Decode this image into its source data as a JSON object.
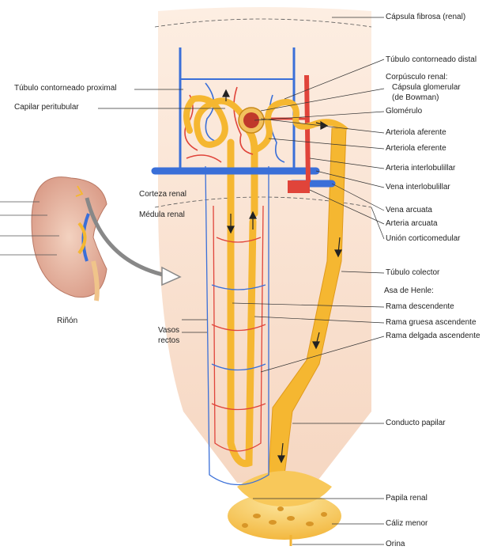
{
  "labels": {
    "capsula_fibrosa": "Cápsula fibrosa (renal)",
    "tubulo_distal": "Túbulo contorneado distal",
    "corpusculo_renal": "Corpúsculo renal:",
    "capsula_glomerular_1": "Cápsula glomerular",
    "capsula_glomerular_2": "(de Bowman)",
    "glomerulo": "Glomérulo",
    "arteriola_aferente": "Arteriola aferente",
    "arteriola_eferente": "Arteriola eferente",
    "arteria_interlobulillar": "Arteria interlobulillar",
    "vena_interlobulillar": "Vena interlobulillar",
    "vena_arcuata": "Vena arcuata",
    "arteria_arcuata": "Arteria arcuata",
    "union_corticomedular": "Unión corticomedular",
    "tubulo_colector": "Túbulo colector",
    "asa_henle": "Asa de Henle:",
    "rama_descendente": "Rama descendente",
    "rama_gruesa": "Rama gruesa ascendente",
    "rama_delgada": "Rama delgada ascendente",
    "conducto_papilar": "Conducto papilar",
    "papila_renal": "Papila renal",
    "caliz_menor": "Cáliz menor",
    "orina": "Orina",
    "tubulo_proximal": "Túbulo contorneado proximal",
    "capilar_peritubular": "Capilar peritubular",
    "corteza_renal": "Corteza renal",
    "medula_renal": "Médula renal",
    "rinon": "Riñón",
    "vasos_rectos_1": "Vasos",
    "vasos_rectos_2": "rectos"
  },
  "colors": {
    "tubule": "#f5b731",
    "artery": "#e0443a",
    "vein": "#3a6fd8",
    "cortex": "#fbe3cf",
    "medulla": "#f7d9c3"
  }
}
